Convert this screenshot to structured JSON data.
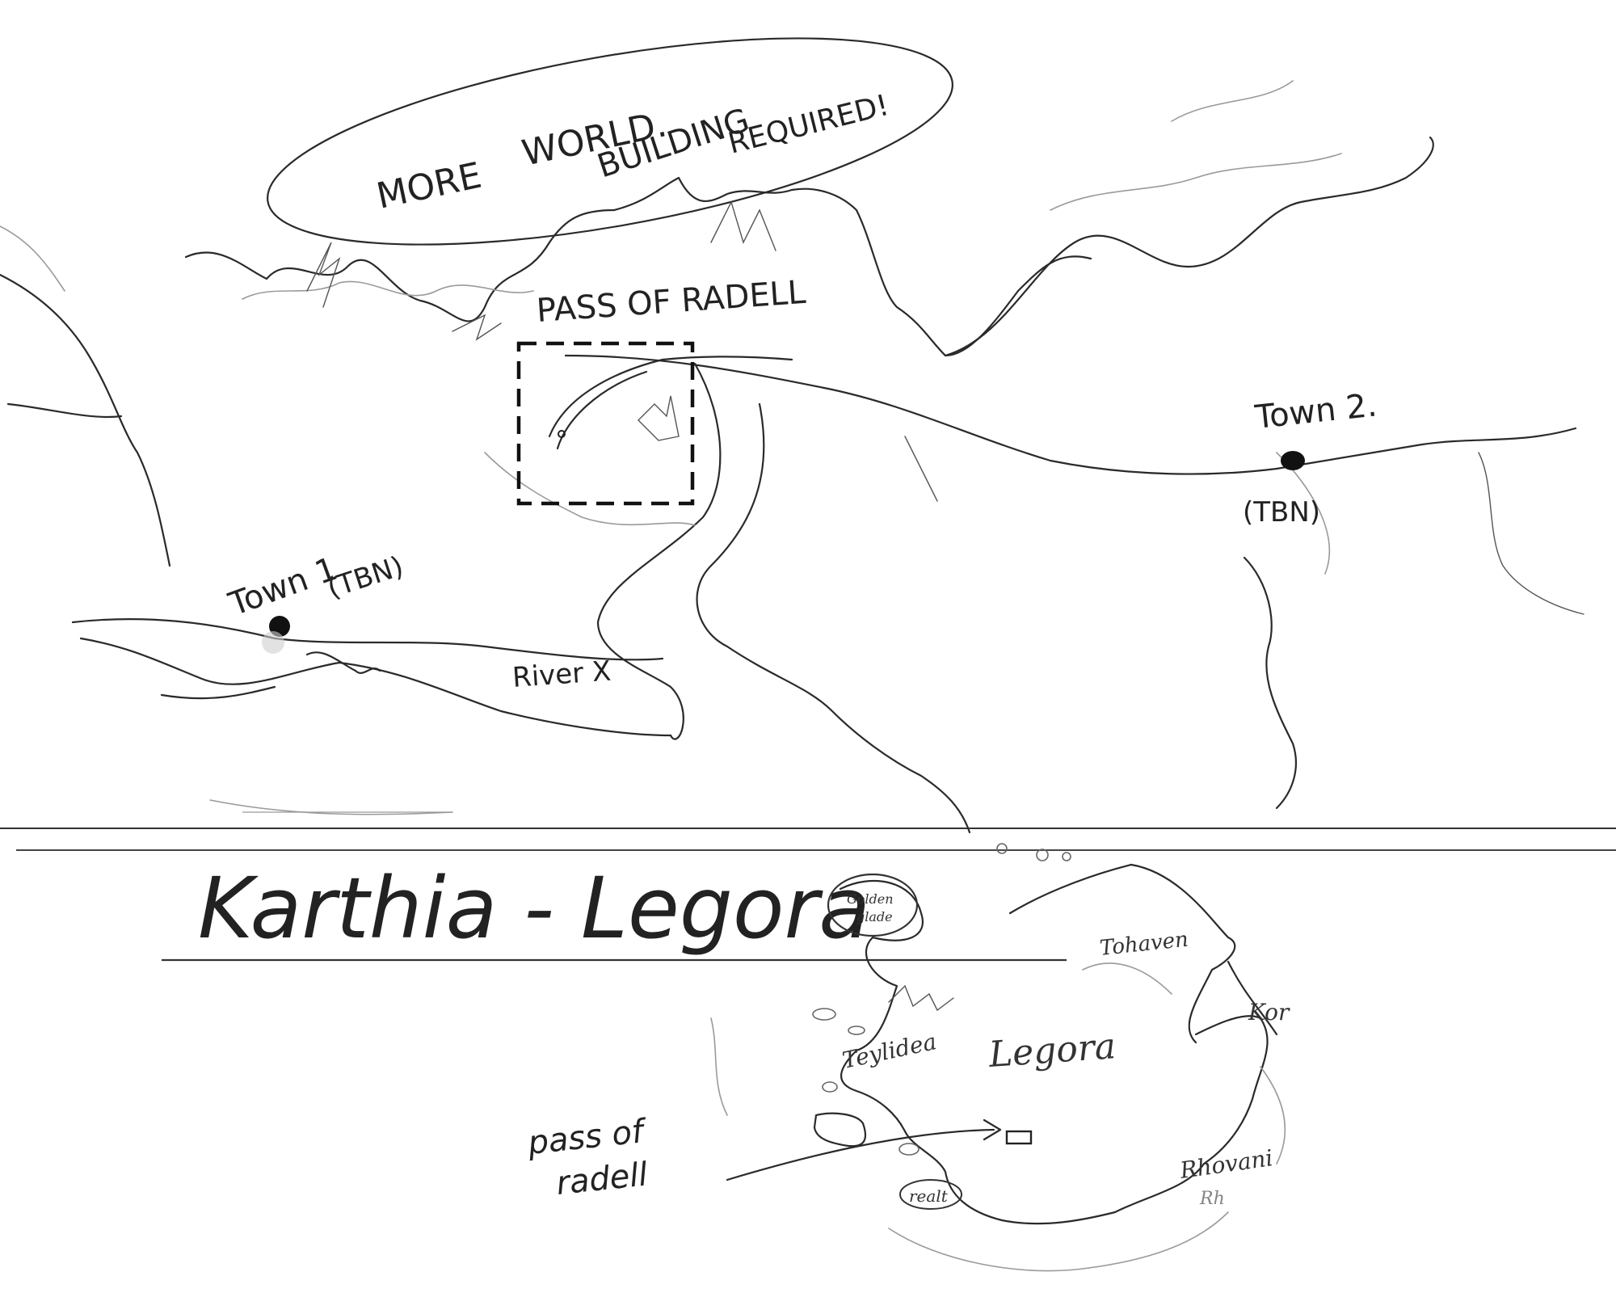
{
  "upper_map": {
    "note": "MORE WORLD. BUILDING REQUIRED!",
    "note_lines": [
      "MORE",
      "WORLD.",
      "BUILDING",
      "REQUIRED!"
    ],
    "pass_label": "PASS OF RADELL",
    "town1": {
      "name": "Town 1",
      "tag": "(TBN)"
    },
    "town2": {
      "name": "Town 2.",
      "tag": "(TBN)"
    },
    "river": "River X"
  },
  "lower_map": {
    "title": "Karthia - Legora",
    "regions": [
      "Golden glade",
      "Tohaven",
      "Kor",
      "Teylidea",
      "Legora",
      "Rhovani",
      "Rh",
      "realt"
    ],
    "callout": {
      "line1": "pass of",
      "line2": "radell"
    }
  },
  "colors": {
    "ink": "#222222",
    "paper": "#ffffff",
    "faint": "#9a9a9a"
  }
}
